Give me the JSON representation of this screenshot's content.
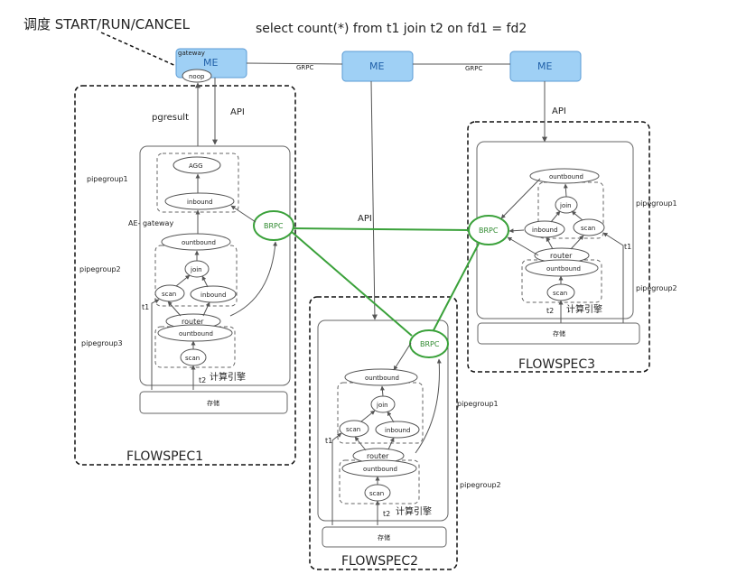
{
  "top": {
    "cmd_label": "调度 START/RUN/CANCEL",
    "sql": "select count(*) from t1  join t2 on  fd1 = fd2"
  },
  "me": {
    "me1": "ME",
    "me2": "ME",
    "me3": "ME",
    "gateway": "gateway",
    "noop": "noop",
    "grpc1": "GRPC",
    "grpc2": "GRPC"
  },
  "fs1": {
    "title": "FLOWSPEC1",
    "pgresult": "pgresult",
    "api": "API",
    "pipegroup1": "pipegroup1",
    "pipegroup2": "pipegroup2",
    "pipegroup3": "pipegroup3",
    "ae_gateway": "AE- gateway",
    "agg": "AGG",
    "inbound1": "inbound",
    "outbound1": "ountbound",
    "join": "join",
    "scan1": "scan",
    "inbound2": "inbound",
    "router": "router",
    "outbound2": "ountbound",
    "scan2": "scan",
    "brpc": "BRPC",
    "t1": "t1",
    "t2": "t2",
    "engine": "计算引擎",
    "storage": "存储"
  },
  "fs2": {
    "title": "FLOWSPEC2",
    "api": "API",
    "pipegroup1": "pipegroup1",
    "pipegroup2": "pipegroup2",
    "outbound1": "ountbound",
    "join": "join",
    "scan1": "scan",
    "inbound": "inbound",
    "router": "router",
    "outbound2": "ountbound",
    "scan2": "scan",
    "brpc": "BRPC",
    "t1": "t1",
    "t2": "t2",
    "engine": "计算引擎",
    "storage": "存储"
  },
  "fs3": {
    "title": "FLOWSPEC3",
    "api": "API",
    "pipegroup1": "pipegroup1",
    "pipegroup2": "pipegroup2",
    "outbound1": "ountbound",
    "join": "join",
    "scan1": "scan",
    "inbound": "inbound",
    "router": "router",
    "outbound2": "ountbound",
    "scan2": "scan",
    "brpc": "BRPC",
    "t1": "t1",
    "t2": "t2",
    "engine": "计算引擎",
    "storage": "存储"
  },
  "colors": {
    "me_fill": "#9fd0f5",
    "brpc_stroke": "#3aa13a"
  }
}
